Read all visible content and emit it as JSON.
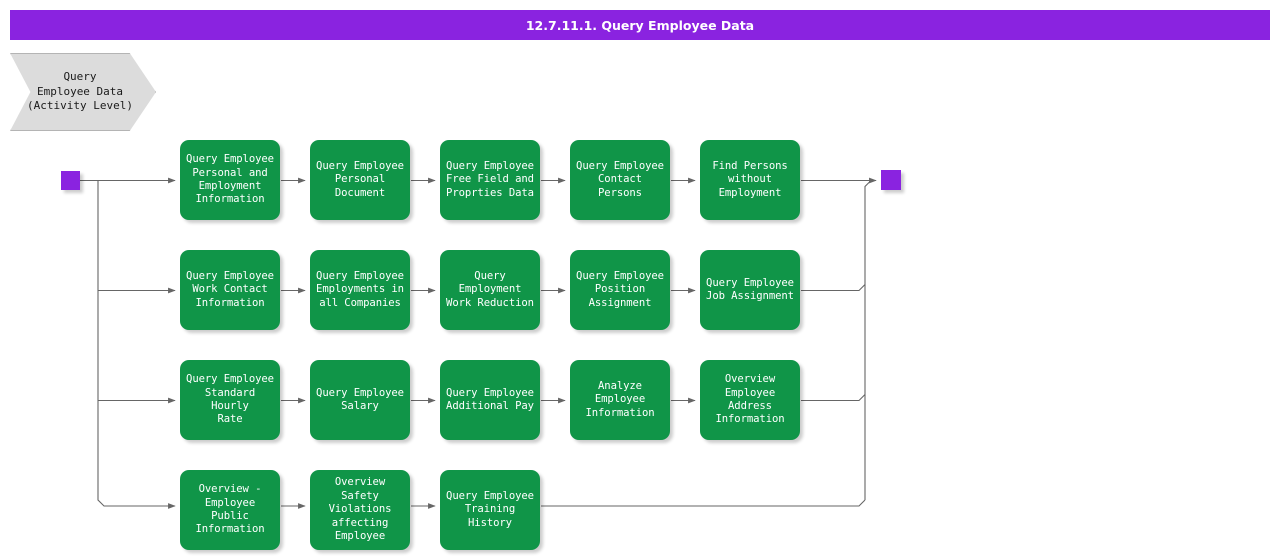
{
  "title_bar": {
    "text": "12.7.11.1. Query Employee Data",
    "background_color": "#8A23E0",
    "text_color": "#FFFFFF"
  },
  "activity_chevron": {
    "label": "Query\nEmployee Data\n(Activity Level)",
    "fill_color": "#DCDCDC",
    "border_color": "#B4B4B4"
  },
  "palette": {
    "process_fill": "#109548",
    "process_text": "#FFFFFF",
    "terminator_fill": "#8A23E0",
    "connector_stroke": "#666666",
    "page_background": "#FFFFFF"
  },
  "terminators": {
    "start": {
      "name": "start-node"
    },
    "end": {
      "name": "end-node"
    }
  },
  "rows": [
    {
      "row_index": 1,
      "nodes": [
        {
          "id": "r1c1",
          "label": "Query Employee\nPersonal and\nEmployment\nInformation"
        },
        {
          "id": "r1c2",
          "label": "Query Employee\nPersonal\nDocument"
        },
        {
          "id": "r1c3",
          "label": "Query Employee\nFree Field and\nProprties Data"
        },
        {
          "id": "r1c4",
          "label": "Query Employee\nContact Persons"
        },
        {
          "id": "r1c5",
          "label": "Find Persons\nwithout\nEmployment"
        }
      ]
    },
    {
      "row_index": 2,
      "nodes": [
        {
          "id": "r2c1",
          "label": "Query Employee\nWork Contact\nInformation"
        },
        {
          "id": "r2c2",
          "label": "Query Employee\nEmployments in\nall Companies"
        },
        {
          "id": "r2c3",
          "label": "Query\nEmployment\nWork Reduction"
        },
        {
          "id": "r2c4",
          "label": "Query Employee\nPosition\nAssignment"
        },
        {
          "id": "r2c5",
          "label": "Query Employee\nJob Assignment"
        }
      ]
    },
    {
      "row_index": 3,
      "nodes": [
        {
          "id": "r3c1",
          "label": "Query Employee\nStandard Hourly\nRate"
        },
        {
          "id": "r3c2",
          "label": "Query Employee\nSalary"
        },
        {
          "id": "r3c3",
          "label": "Query Employee\nAdditional Pay"
        },
        {
          "id": "r3c4",
          "label": "Analyze\nEmployee\nInformation"
        },
        {
          "id": "r3c5",
          "label": "Overview\nEmployee\nAddress\nInformation"
        }
      ]
    },
    {
      "row_index": 4,
      "nodes": [
        {
          "id": "r4c1",
          "label": "Overview -\nEmployee Public\nInformation"
        },
        {
          "id": "r4c2",
          "label": "Overview Safety\nViolations\naffecting\nEmployee"
        },
        {
          "id": "r4c3",
          "label": "Query Employee\nTraining History"
        }
      ]
    }
  ]
}
